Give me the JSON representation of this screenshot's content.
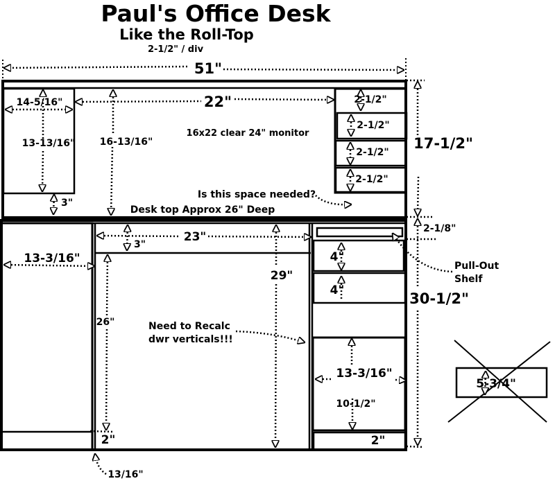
{
  "header": {
    "title": "Paul's Office Desk",
    "subtitle": "Like the Roll-Top",
    "scale": "2-1/2\" / div"
  },
  "hutch": {
    "overall_width": "51\"",
    "overall_height": "17-1/2\"",
    "left_cubby_width": "14-5/16\"",
    "left_cubby_height": "13-13/16\"",
    "left_gap": "3\"",
    "center_height": "16-13/16\"",
    "monitor_space_width": "22\"",
    "monitor_note": "16x22 clear 24\" monitor",
    "right_cubbies": [
      "2-1/2\"",
      "2-1/2\"",
      "2-1/2\"",
      "2-1/2\""
    ],
    "question": "Is this space needed?",
    "desk_top_note": "Desk top Approx 26\" Deep",
    "gap_to_desk": "2-1/8\""
  },
  "desk": {
    "left_pedestal_width": "13-3/16\"",
    "kneehole_width": "23\"",
    "apron_height": "3\"",
    "kneehole_height": "26\"",
    "overall_height": "29\"",
    "recalc_note_1": "Need to Recalc",
    "recalc_note_2": "dwr verticals!!!",
    "left_base": "2\"",
    "left_base_offset": "13/16\"",
    "pullout_shelf": [
      "Pull-Out",
      "Shelf"
    ],
    "drawer_1": "4\"",
    "drawer_2": "4\"",
    "total_height": "30-1/2\"",
    "file_drawer_width": "13-3/16\"",
    "file_drawer_height": "10-1/2\"",
    "right_base": "2\"",
    "crossed_out": "5-3/4\""
  }
}
